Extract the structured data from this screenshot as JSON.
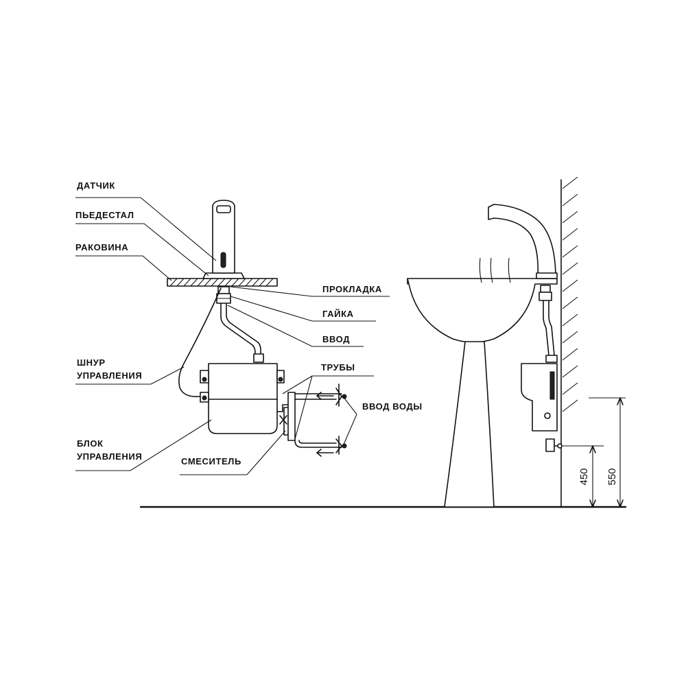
{
  "labels": {
    "sensor": "ДАТЧИК",
    "pedestal": "ПЬЕДЕСТАЛ",
    "sink": "РАКОВИНА",
    "gasket": "ПРОКЛАДКА",
    "nut": "ГАЙКА",
    "inlet": "ВВОД",
    "pipes": "ТРУБЫ",
    "water_inlet": "ВВОД ВОДЫ",
    "control_cord_line1": "ШНУР",
    "control_cord_line2": "УПРАВЛЕНИЯ",
    "control_unit_line1": "БЛОК",
    "control_unit_line2": "УПРАВЛЕНИЯ",
    "mixer": "СМЕСИТЕЛЬ"
  },
  "dimensions": {
    "height_mixer": "450",
    "height_unit": "550"
  },
  "colors": {
    "line": "#111111",
    "background": "#ffffff"
  }
}
